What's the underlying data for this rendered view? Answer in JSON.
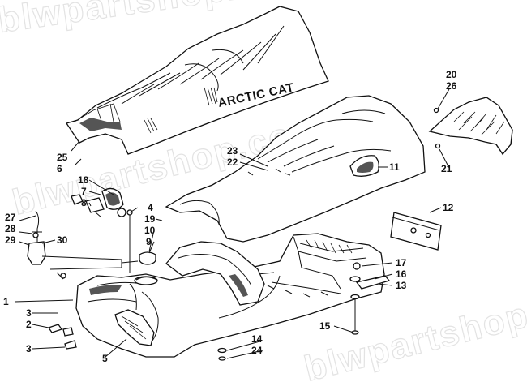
{
  "watermark": "blwpartshop.com",
  "brand_label": "ARCTIC CAT",
  "callouts": [
    "1",
    "2",
    "3",
    "3",
    "4",
    "5",
    "6",
    "7",
    "8",
    "9",
    "10",
    "11",
    "12",
    "13",
    "14",
    "15",
    "16",
    "17",
    "18",
    "19",
    "20",
    "21",
    "22",
    "23",
    "24",
    "25",
    "26",
    "27",
    "28",
    "29",
    "30"
  ]
}
